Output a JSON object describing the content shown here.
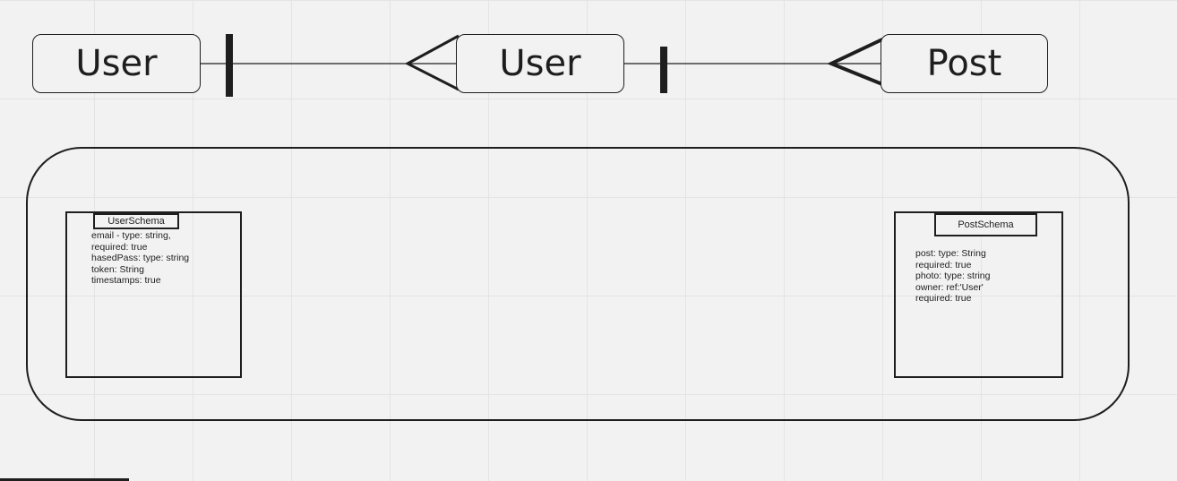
{
  "entities": [
    {
      "label": "User"
    },
    {
      "label": "User"
    },
    {
      "label": "Post"
    }
  ],
  "schemas": {
    "user": {
      "title": "UserSchema",
      "lines": [
        "email - type: string,",
        "required: true",
        "hasedPass: type: string",
        "token: String",
        "timestamps: true"
      ]
    },
    "post": {
      "title": "PostSchema",
      "lines": [
        "post: type: String",
        "required: true",
        "photo: type: string",
        "owner: ref:'User'",
        "required: true"
      ]
    }
  },
  "colors": {
    "stroke": "#1e1e1e",
    "background": "#f2f2f2",
    "grid": "#e4e4e4"
  }
}
